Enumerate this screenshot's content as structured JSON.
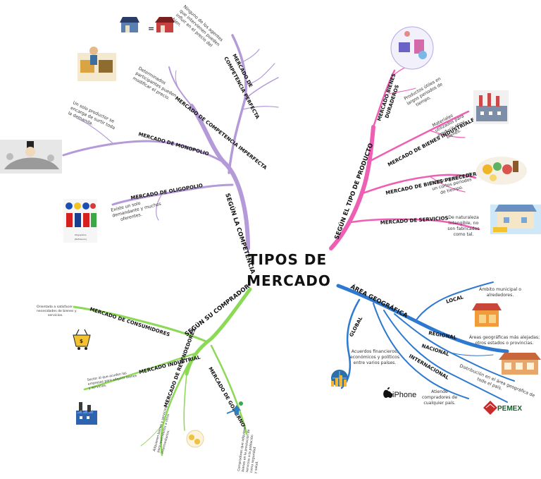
{
  "title": {
    "line1": "TIPOS DE",
    "line2": "MERCADO"
  },
  "competencia": {
    "label": "SEGÚN LA COMPETENCIA",
    "perfecta": {
      "label_line1": "MERCADO DE",
      "label_line2": "COMPETENCIA PERFECTA",
      "note": [
        "Ninguno de los agentes",
        "que intervienen pueden",
        "influir en el precio del",
        "bien."
      ],
      "eq": "="
    },
    "imperfecta": {
      "label": "MERCADO DE COMPETENCIA IMPERFECTA",
      "note": [
        "Determinados",
        "participantes pueden",
        "modificar el precio."
      ]
    },
    "monopolio": {
      "label": "MERCADO DE MONOPOLIO",
      "note": [
        "Un solo productor se",
        "encarga de surtir toda",
        "la demanda."
      ]
    },
    "oligopolio": {
      "label": "MERCADO DE OLIGOPOLIO",
      "note": [
        "Existe un solo",
        "demandante y muchos",
        "oferentes."
      ],
      "cola_brand": "Oligopolios",
      "cola_sub": "(Refrescos)"
    }
  },
  "producto": {
    "label": "SEGÚN EL TIPO DE PRODUCTO",
    "duraderos": {
      "label_line1": "MERCADO BIENES",
      "label_line2": "DURADEROS",
      "note": [
        "Productos útiles en",
        "largos periodos de",
        "tiempo."
      ]
    },
    "industriales": {
      "label": "MERCADO DE BIENES INDUSTRIALES",
      "note": [
        "Materiales",
        "utilizados para",
        "producir otros",
        "bienes."
      ]
    },
    "perecederos": {
      "label": "MERCADO DE BIENES PERECEDEROS",
      "note": [
        "Productos útiles en",
        "un cortos periodos",
        "de tiempo."
      ]
    },
    "servicios": {
      "label": "MERCADO DE SERVICIOS",
      "note": [
        "De naturaleza",
        "intangible, no",
        "son fabricados",
        "como tal."
      ]
    }
  },
  "geografica": {
    "label": "ÁREA GEOGRÁFICA",
    "local": {
      "label": "LOCAL",
      "note": [
        "Ámbito municipal o",
        "alrededores."
      ]
    },
    "regional": {
      "label": "REGIONAL",
      "note": [
        "Áreas geográficas más alejadas;",
        "otros estados o provincias."
      ]
    },
    "nacional": {
      "label": "NACIONAL",
      "note": [
        "Distribución en el área geográfica de",
        "todo el país."
      ]
    },
    "internacional": {
      "label": "INTERNACIONAL",
      "note": [
        "Atiende",
        "compradores de",
        "cualquier país."
      ]
    },
    "global": {
      "label": "GLOBAL",
      "note": [
        "Acuerdos financieros,",
        "económicos y políticos",
        "entre varios países."
      ]
    },
    "iphone": "iPhone",
    "pemex": "PEMEX"
  },
  "comprador": {
    "label": "SEGÚN SU COMPRADOR",
    "consumidores": {
      "label": "MERCADO DE CONSUMIDORES",
      "note": [
        "Orientada a satisfacer",
        "necesidades de bienes y",
        "servicios."
      ]
    },
    "industrial": {
      "label": "MERCADO INDUSTRIAL",
      "note": [
        "Sector al que acuden las",
        "empresas para adquirir bienes",
        "y servicios."
      ]
    },
    "revendedores": {
      "label": "MERCADO DE REVENDEDORES",
      "note": [
        "Adquieren bienes y servicios",
        "para revenderlos a otros",
        "intermediarios."
      ]
    },
    "gobierno": {
      "label": "MERCADO DE GOBIERNO",
      "note": [
        "Compradores que adquieren",
        "bienes en la prestación de",
        "servicios a la población",
        "como seguridad",
        "y salud."
      ]
    }
  },
  "colors": {
    "purple": "#b49ad8",
    "pink": "#ee5fb4",
    "blue": "#2e79d0",
    "green": "#8bd954"
  }
}
